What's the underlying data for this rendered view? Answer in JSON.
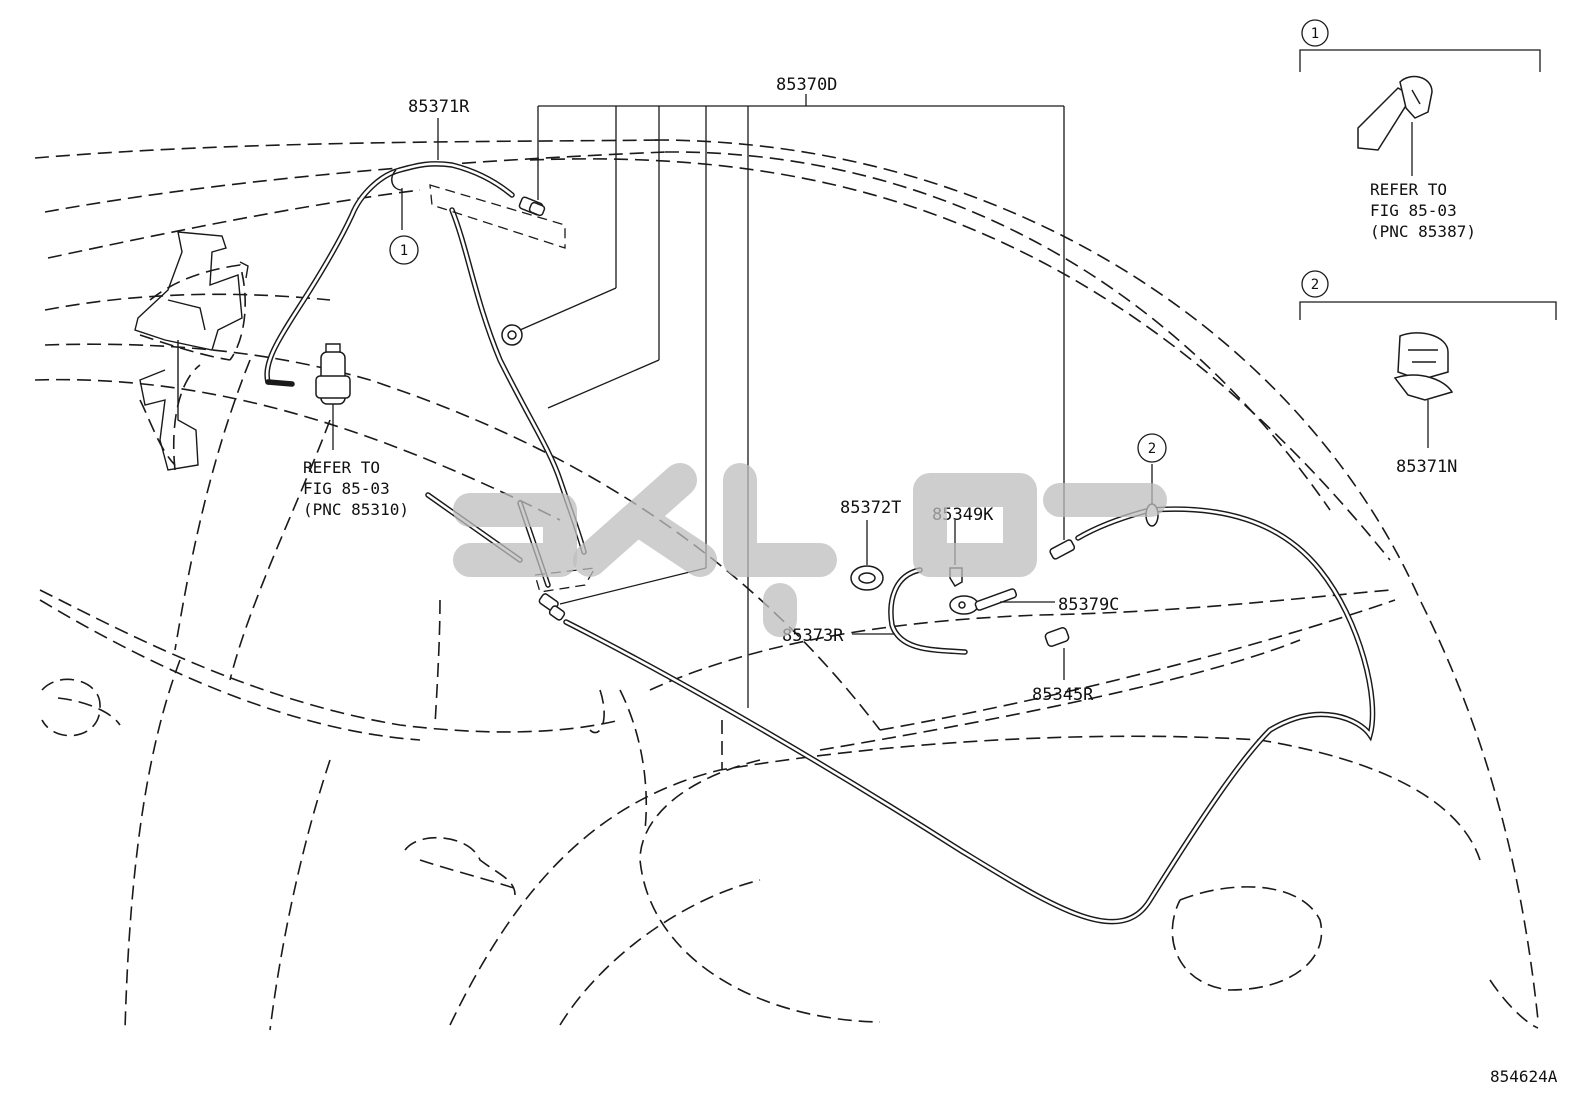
{
  "diagram": {
    "part_labels": {
      "p85370D": "85370D",
      "p85371R": "85371R",
      "p85372T": "85372T",
      "p85349K": "85349K",
      "p85379C": "85379C",
      "p85373R": "85373R",
      "p85345R": "85345R",
      "p85371N": "85371N"
    },
    "refer_pump": {
      "line1": "REFER TO",
      "line2": "FIG 85-03",
      "line3": "(PNC 85310)"
    },
    "inset1": {
      "marker": "1",
      "line1": "REFER TO",
      "line2": "FIG 85-03",
      "line3": "(PNC 85387)"
    },
    "inset2": {
      "marker": "2"
    },
    "callout_markers": {
      "c1": "1",
      "c2": "2"
    },
    "figure_id": "854624A"
  }
}
